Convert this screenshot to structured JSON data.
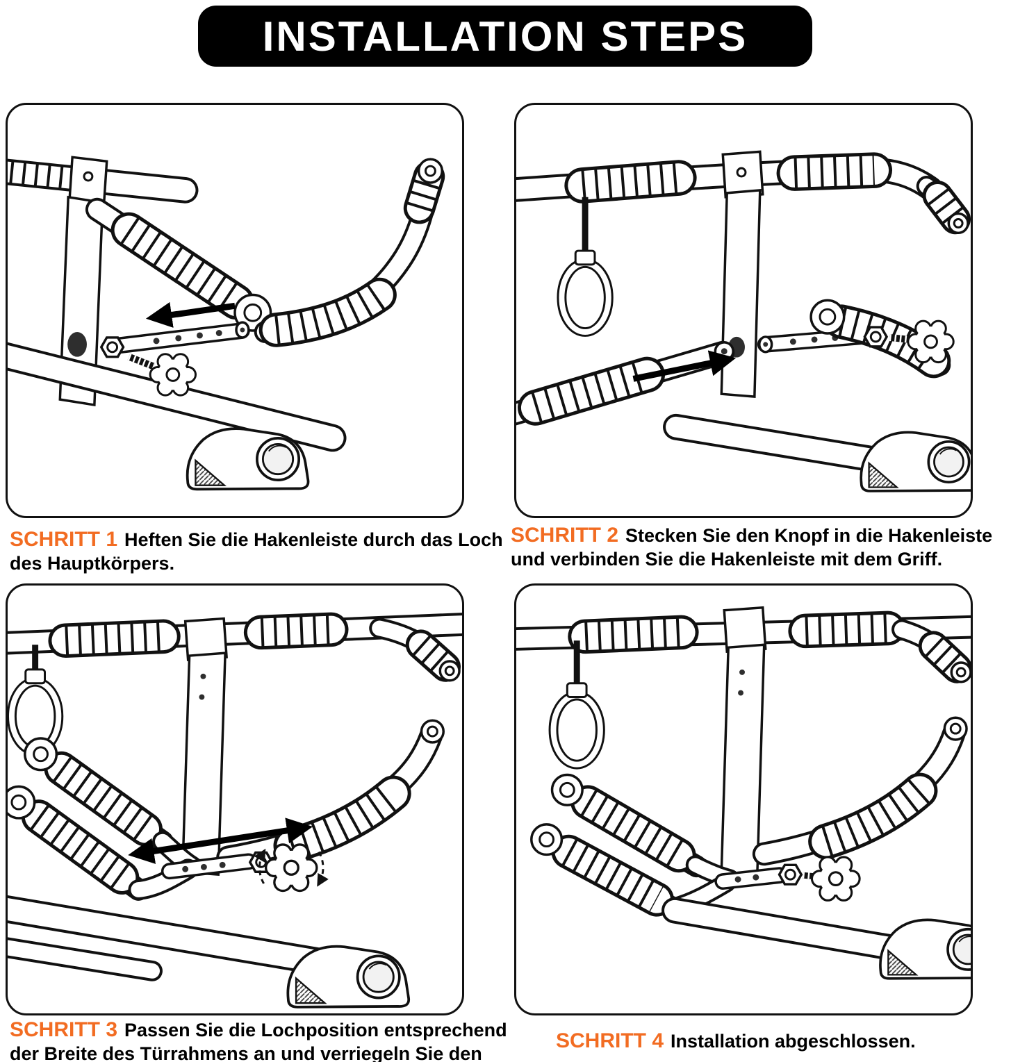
{
  "title": {
    "text": "INSTALLATION STEPS",
    "bg_color": "#000000",
    "text_color": "#ffffff"
  },
  "colors": {
    "step_label": "#F26C22",
    "line_art": "#111111",
    "background": "#ffffff"
  },
  "steps": [
    {
      "label": "SCHRITT 1",
      "text": "Heften Sie die Hakenleiste durch das Loch des Hauptkörpers."
    },
    {
      "label": "SCHRITT 2",
      "text": "Stecken Sie den Knopf in die Hakenleiste und verbinden Sie die Hakenleiste mit dem Griff."
    },
    {
      "label": "SCHRITT 3",
      "text": "Passen Sie die Lochposition entsprechend der Breite des Türrahmens an und verriegeln Sie den POP-PIN."
    },
    {
      "label": "SCHRITT 4",
      "text": "Installation abgeschlossen."
    }
  ]
}
